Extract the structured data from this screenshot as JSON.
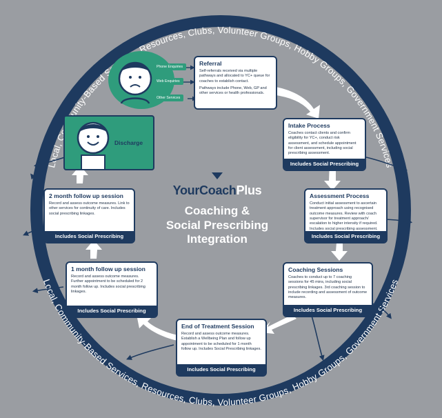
{
  "ring": {
    "top": "Local, Community-Based Services, Resources, Clubs, Volunteer Groups, Hobby Groups, Government Services",
    "bottom": "Local, Community-Based Services, Resources, Clubs, Volunteer Groups, Hobby Groups, Government Services"
  },
  "center": {
    "brand_main": "YourCoach",
    "brand_plus": "Plus",
    "subtitle": [
      "Coaching &",
      "Social Prescribing",
      "Integration"
    ]
  },
  "referral": {
    "tags": [
      "Phone Enquiries",
      "Web Enquiries",
      "Other Services"
    ],
    "title": "Referral",
    "body": [
      "Self-referrals received via multiple pathways and allocated to YC+ queue for coaches to establish contact.",
      "Pathways include Phone, Web, GP and other services or health professionals."
    ]
  },
  "discharge": {
    "label": "Discharge"
  },
  "stages": [
    {
      "id": "intake",
      "title": "Intake Process",
      "body": "Coaches contact clients and confirm eligibility for YC+, conduct risk assessment, and schedule appointment for client assessment, including social prescribing assessment.",
      "footer": "Includes Social Prescribing"
    },
    {
      "id": "assessment",
      "title": "Assessment Process",
      "body": "Conduct initial assessment to ascertain treatment approach using recognised outcome measures. Review with coach supervisor for treatment approach/ escalation to higher intensity if required. Includes social prescribing assessment.",
      "footer": "Includes Social Prescribing"
    },
    {
      "id": "coaching",
      "title": "Coaching Sessions",
      "body": "Coaches to conduct up to 7 coaching sessions for 45 mins, including social prescribing linkages. 3rd coaching session to include recording and assessment of outcome measures.",
      "footer": "Includes Social Prescribing"
    },
    {
      "id": "end",
      "title": "End of Treatment Session",
      "body": "Record and assess outcome measures. Establish a Wellbeing Plan and follow up appointment to be scheduled for 1 month follow up. Includes Social Prescribing linkages.",
      "footer": "Includes Social Prescribing"
    },
    {
      "id": "month1",
      "title": "1 month follow up session",
      "body": "Record and assess outcome measures. Further appointment to be scheduled for 2 month follow up. Includes social prescribing linkages.",
      "footer": "Includes Social Prescribing"
    },
    {
      "id": "month2",
      "title": "2 month follow up session",
      "body": "Record and assess outcome measures. Link to other services for continuity of care. Includes social prescribing linkages.",
      "footer": "Includes Social Prescribing"
    }
  ],
  "colors": {
    "background": "#9a9da2",
    "navy": "#1e3a5f",
    "green": "#2f9c7c",
    "white": "#ffffff"
  },
  "icons": [
    "sad-person-icon",
    "happy-person-icon",
    "brand-triangle-icon"
  ]
}
